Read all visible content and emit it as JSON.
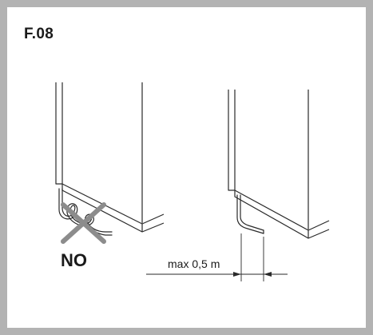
{
  "figure": {
    "label": "F.08"
  },
  "wrong_example": {
    "label": "NO",
    "cross_color": "#8c8c8c"
  },
  "right_example": {
    "dimension_label": "max 0,5 m"
  },
  "colors": {
    "frame": "#b3b3b3",
    "line": "#2a2a2a"
  }
}
